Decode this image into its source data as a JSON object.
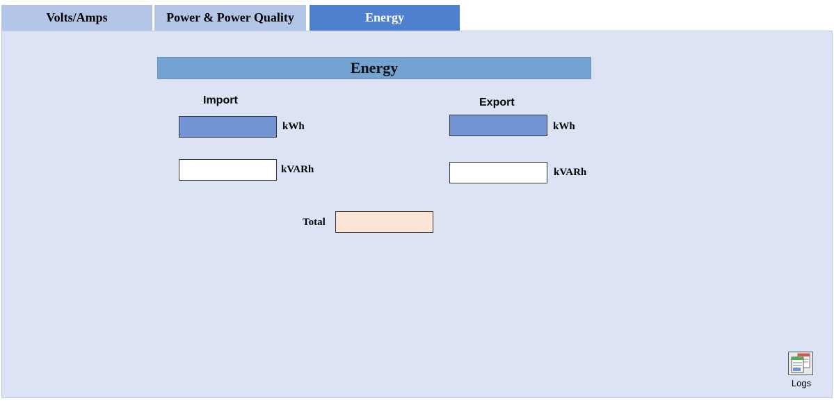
{
  "tabs": [
    {
      "label": "Volts/Amps",
      "active": false
    },
    {
      "label": "Power & Power Quality",
      "active": false
    },
    {
      "label": "Energy",
      "active": true
    }
  ],
  "section": {
    "title": "Energy"
  },
  "import": {
    "heading": "Import",
    "kwh_unit": "kWh",
    "kvarh_unit": "kVARh",
    "kwh_value": "",
    "kvarh_value": ""
  },
  "export": {
    "heading": "Export",
    "kwh_unit": "kWh",
    "kvarh_unit": "kVARh",
    "kwh_value": "",
    "kvarh_value": ""
  },
  "total": {
    "label": "Total",
    "value": ""
  },
  "logs": {
    "label": "Logs",
    "icon": "logs-icon"
  },
  "colors": {
    "tab_inactive": "#b4c6e7",
    "tab_active": "#4f7fcf",
    "panel_bg": "#dce3f5",
    "title_bar": "#75a3d1",
    "field_blue": "#7395d5",
    "field_peach": "#fce5d6"
  }
}
